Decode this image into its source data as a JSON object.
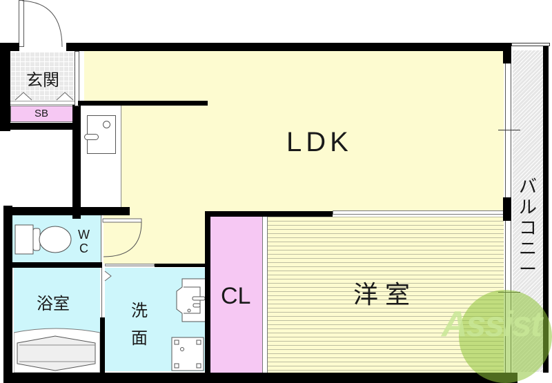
{
  "floor_plan": {
    "rooms": {
      "genkan": {
        "label": "玄関"
      },
      "shoe_box": {
        "label": "SB"
      },
      "ldk": {
        "label": "LDK"
      },
      "wc": {
        "label_line1": "W",
        "label_line2": "C"
      },
      "bathroom": {
        "label": "浴室"
      },
      "washroom": {
        "label_line1": "洗",
        "label_line2": "面"
      },
      "closet": {
        "label": "CL"
      },
      "western_room": {
        "label": "洋室"
      },
      "balcony": {
        "label": "バルコニー",
        "chars": [
          "バ",
          "ル",
          "コ",
          "ニ",
          "ー"
        ]
      }
    },
    "watermark": {
      "text": "Assist"
    },
    "colors": {
      "wall": "#000000",
      "ldk_floor": "#fdfbd0",
      "wet_area": "#cdf6fb",
      "closet": "#f6c8f3",
      "shoe_box": "#f6c8f3",
      "genkan_tile": "#e9e9e9",
      "balcony": "#e6e6e6",
      "watermark_green": "#8fc43a"
    }
  }
}
